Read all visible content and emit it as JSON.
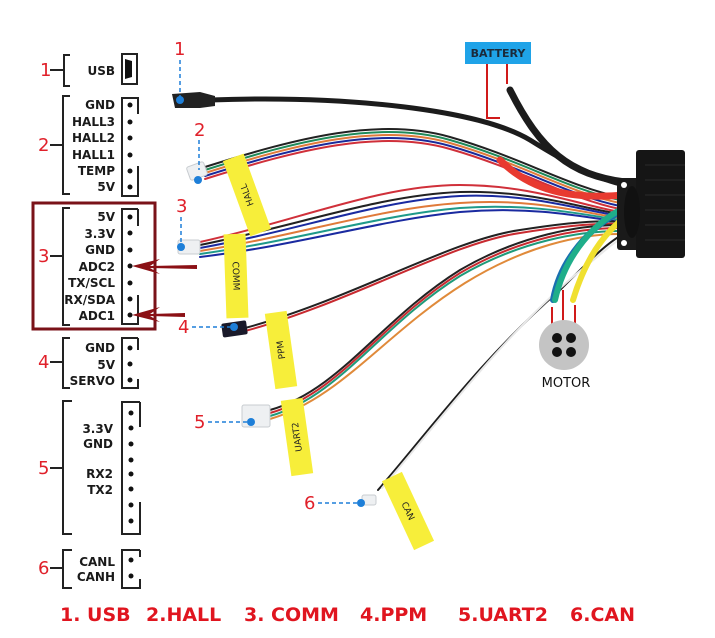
{
  "connector_groups": [
    {
      "number": "1",
      "name": "USB",
      "pins": [
        "USB"
      ]
    },
    {
      "number": "2",
      "name": "HALL",
      "pins": [
        "GND",
        "HALL3",
        "HALL2",
        "HALL1",
        "TEMP",
        "5V"
      ]
    },
    {
      "number": "3",
      "name": "COMM",
      "pins": [
        "5V",
        "3.3V",
        "GND",
        "ADC2",
        "TX/SCL",
        "RX/SDA",
        "ADC1"
      ],
      "highlighted": true,
      "arrows_to": [
        "ADC2",
        "ADC1"
      ]
    },
    {
      "number": "4",
      "name": "PPM",
      "pins": [
        "GND",
        "5V",
        "SERVO"
      ]
    },
    {
      "number": "5",
      "name": "UART2",
      "pins": [
        "",
        "3.3V",
        "GND",
        "",
        "RX2",
        "TX2",
        "",
        ""
      ]
    },
    {
      "number": "6",
      "name": "CAN",
      "pins": [
        "CANL",
        "CANH"
      ]
    }
  ],
  "callouts": [
    "1",
    "2",
    "3",
    "4",
    "5",
    "6"
  ],
  "cable_tags": [
    "HALL",
    "COMM",
    "PPM",
    "UART2",
    "CAN"
  ],
  "battery_label": "BATTERY",
  "motor_label": "MOTOR",
  "legend": [
    "1. USB",
    "2.HALL",
    "3. COMM",
    "4.PPM",
    "5.UART2",
    "6.CAN"
  ],
  "colors": {
    "number_red": "#e0202a",
    "highlight_box": "#7a1218",
    "arrow": "#8b1015",
    "callout_blue": "#1e7fd8",
    "tag_yellow": "#f7ee3a",
    "battery_bg": "#1fa3e8",
    "motor_gray": "#c4c4c4"
  }
}
